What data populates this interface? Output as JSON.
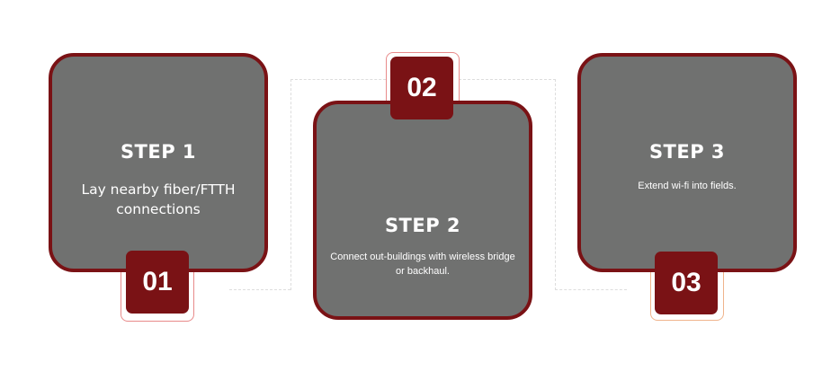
{
  "steps": [
    {
      "number": "01",
      "title": "STEP 1",
      "description": "Lay nearby fiber/FTTH connections"
    },
    {
      "number": "02",
      "title": "STEP 2",
      "description": "Connect out-buildings with wireless bridge or backhaul."
    },
    {
      "number": "03",
      "title": "STEP 3",
      "description": "Extend wi-fi into fields."
    }
  ],
  "colors": {
    "card": "#707170",
    "accent": "#7a1215"
  }
}
